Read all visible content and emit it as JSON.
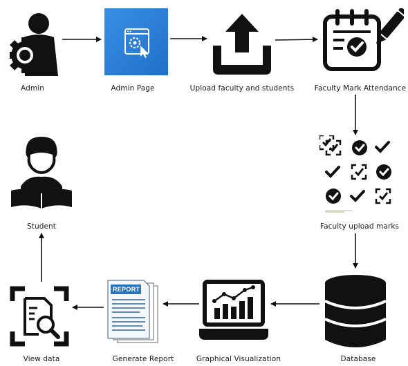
{
  "nodes": {
    "admin": {
      "label": "Admin"
    },
    "admin_page": {
      "label": "Admin Page"
    },
    "upload": {
      "label": "Upload faculty and students"
    },
    "attendance": {
      "label": "Faculty Mark Attendance"
    },
    "marks": {
      "label": "Faculty upload marks"
    },
    "database": {
      "label": "Database"
    },
    "visualization": {
      "label": "Graphical Visualization"
    },
    "report": {
      "label": "Generate Report",
      "icon_text": "REPORT"
    },
    "view": {
      "label": "View data"
    },
    "student": {
      "label": "Student"
    }
  },
  "colors": {
    "icon": "#111111",
    "accent_blue": "#2f80d6",
    "report_blue": "#2c74b8"
  },
  "icons": {
    "admin": "admin-gear-person-icon",
    "admin_page": "settings-window-icon",
    "upload": "upload-tray-icon",
    "attendance": "attendance-notepad-icon",
    "marks": "checkmarks-grid-icon",
    "database": "database-stack-icon",
    "visualization": "laptop-chart-icon",
    "report": "report-document-icon",
    "view": "view-data-magnifier-icon",
    "student": "student-reading-icon"
  }
}
